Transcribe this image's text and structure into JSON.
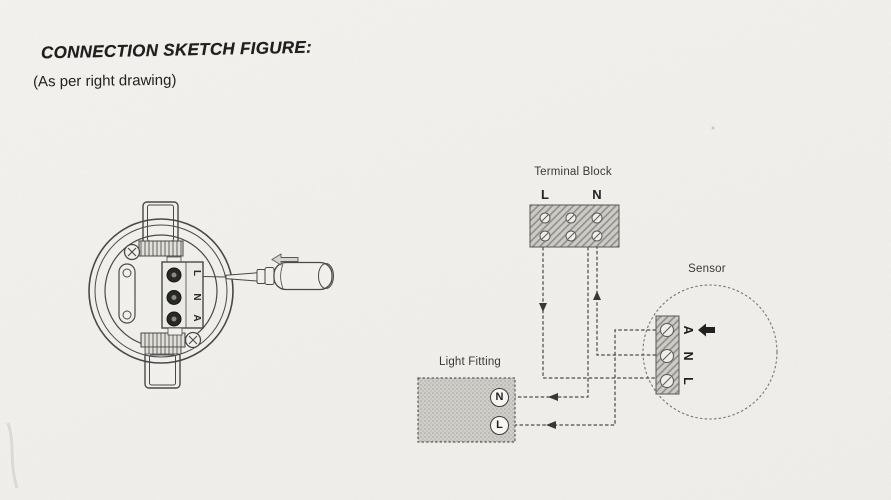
{
  "header": {
    "title": "CONNECTION SKETCH FIGURE:",
    "subtitle": "(As per right drawing)"
  },
  "device_view": {
    "terminals": [
      "L",
      "N",
      "A"
    ]
  },
  "wiring": {
    "terminal_block": {
      "label": "Terminal Block",
      "terminals": [
        "L",
        "N"
      ]
    },
    "sensor": {
      "label": "Sensor",
      "terminals": [
        "A",
        "N",
        "L"
      ]
    },
    "light_fitting": {
      "label": "Light Fitting",
      "terminals": [
        "N",
        "L"
      ]
    }
  },
  "colors": {
    "paper": "#f4f3f0",
    "ink": "#1f1f1f",
    "wire_line": "#4a4a4a",
    "hatch_fill": "#cfcec8",
    "stipple_fill": "#d2d1cc"
  }
}
